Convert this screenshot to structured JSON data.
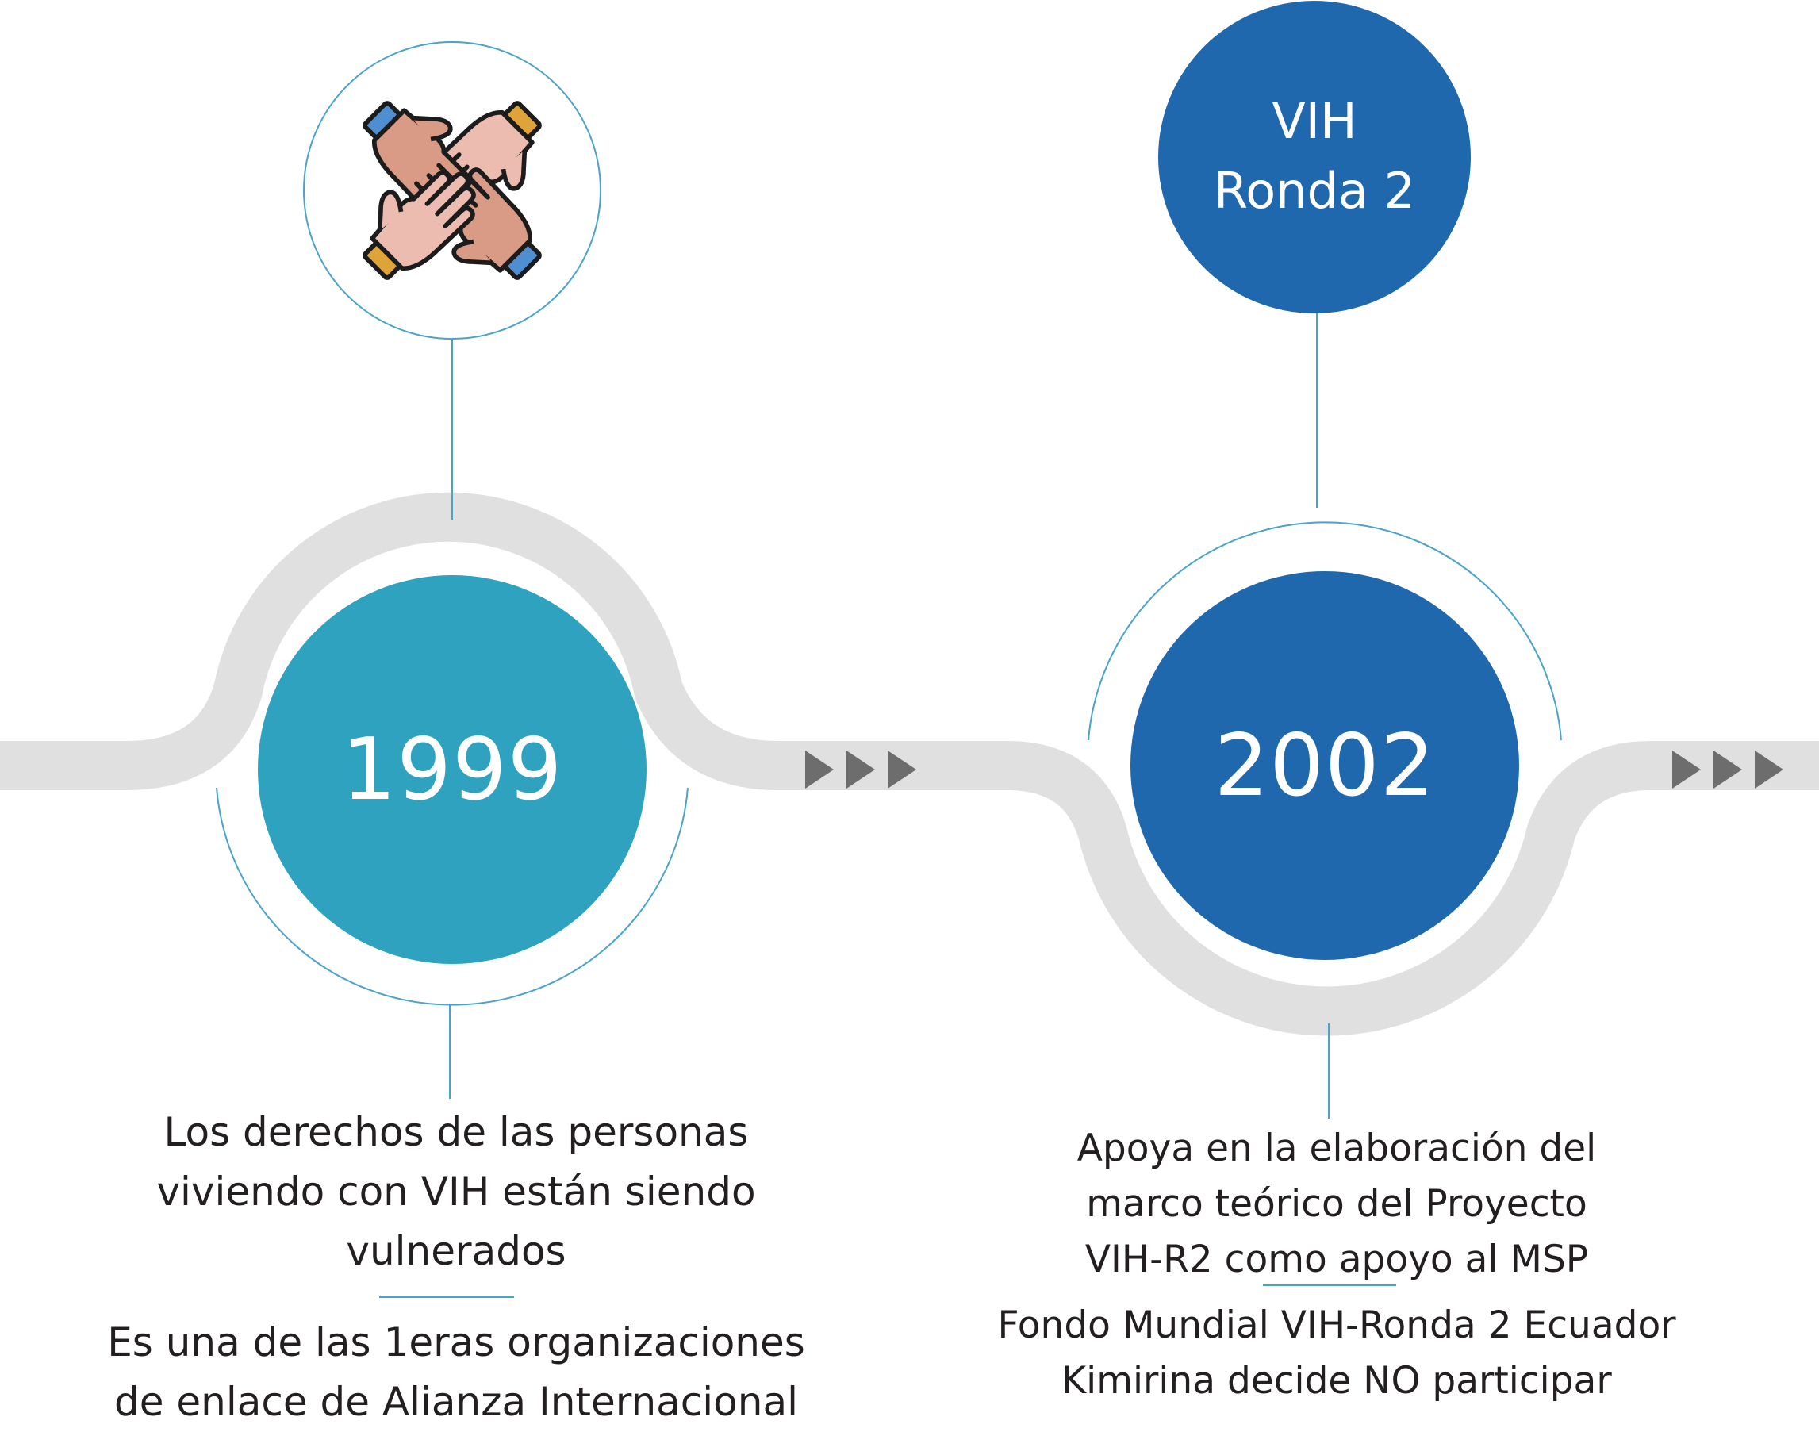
{
  "colors": {
    "road": "#e0e0e0",
    "teal": "#2ea2bf",
    "blue": "#2068ad",
    "thin_line": "#4aa3c9",
    "arrow": "#6d6d6d",
    "text": "#231f20"
  },
  "milestones": [
    {
      "year": "1999",
      "icon": "four-hands-teamwork-icon",
      "description": [
        "Los derechos de las personas",
        "viviendo con VIH están siendo",
        "vulnerados"
      ],
      "detail": [
        "Es una de las 1eras organizaciones",
        "de enlace de Alianza Internacional"
      ]
    },
    {
      "year": "2002",
      "badge": [
        "VIH",
        "Ronda 2"
      ],
      "description": [
        "Apoya en la elaboración del",
        "marco teórico del Proyecto",
        "VIH-R2 como apoyo al MSP"
      ],
      "detail": [
        "Fondo Mundial VIH-Ronda 2 Ecuador",
        "Kimirina decide NO participar"
      ]
    }
  ],
  "arrows": [
    "triple-arrow-icon",
    "triple-arrow-icon"
  ]
}
